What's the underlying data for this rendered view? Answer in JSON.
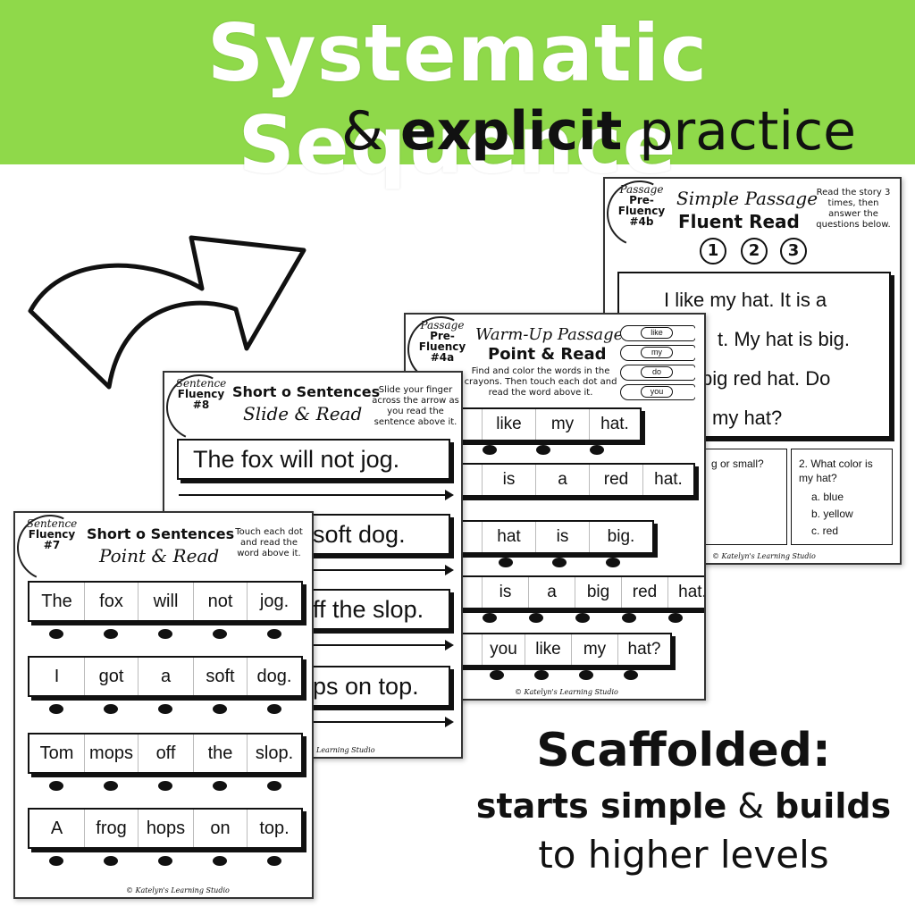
{
  "banner": {
    "title": "Systematic Sequence",
    "sub_prefix": "& ",
    "sub_bold": "explicit",
    "sub_suffix": " practice",
    "color": "#8fd94a"
  },
  "sheet4": {
    "badge": [
      "Passage",
      "Pre-Fluency",
      "#4b"
    ],
    "title": "Simple Passage",
    "subtitle": "Fluent Read",
    "instructions": "Read the story 3 times, then answer the questions below.",
    "numbers": [
      "1",
      "2",
      "3"
    ],
    "passage_lines": [
      "I like my hat. It is a",
      "t. My hat is big.",
      "big red hat. Do",
      "my hat?"
    ],
    "q1": "g or small?",
    "q2": {
      "text": "2. What color is my hat?",
      "options": [
        "a. blue",
        "b. yellow",
        "c. red"
      ]
    },
    "footer": "© Katelyn's Learning Studio"
  },
  "sheet3": {
    "badge": [
      "Passage",
      "Pre-Fluency",
      "#4a"
    ],
    "title": "Warm-Up Passage",
    "subtitle": "Point & Read",
    "instructions": "Find and color the words in the crayons. Then touch each dot and read the word above it.",
    "crayons": [
      "like",
      "my",
      "do",
      "you"
    ],
    "rows": [
      [
        "",
        "like",
        "my",
        "hat."
      ],
      [
        "",
        "is",
        "a",
        "red",
        "hat."
      ],
      [
        "",
        "hat",
        "is",
        "big."
      ],
      [
        "",
        "is",
        "a",
        "big",
        "red",
        "hat."
      ],
      [
        "",
        "you",
        "like",
        "my",
        "hat?"
      ]
    ],
    "footer": "© Katelyn's Learning Studio"
  },
  "sheet2": {
    "badge": [
      "Sentence",
      "Fluency",
      "#8"
    ],
    "title": "Short o Sentences",
    "subtitle": "Slide & Read",
    "instructions": "Slide your finger across the arrow as you read the sentence above it.",
    "sentences": [
      "The fox will not jog.",
      "soft dog.",
      "ff the slop.",
      "ps on top."
    ],
    "footer": "Learning Studio"
  },
  "sheet1": {
    "badge": [
      "Sentence",
      "Fluency",
      "#7"
    ],
    "title": "Short o Sentences",
    "subtitle": "Point & Read",
    "instructions": "Touch each dot and read the word above it.",
    "rows": [
      [
        "The",
        "fox",
        "will",
        "not",
        "jog."
      ],
      [
        "I",
        "got",
        "a",
        "soft",
        "dog."
      ],
      [
        "Tom",
        "mops",
        "off",
        "the",
        "slop."
      ],
      [
        "A",
        "frog",
        "hops",
        "on",
        "top."
      ]
    ],
    "footer": "© Katelyn's Learning Studio"
  },
  "scaffold": {
    "heading": "Scaffolded:",
    "line2_a": "starts simple",
    "line2_b": " & ",
    "line2_c": "builds",
    "line3": "to higher levels"
  }
}
